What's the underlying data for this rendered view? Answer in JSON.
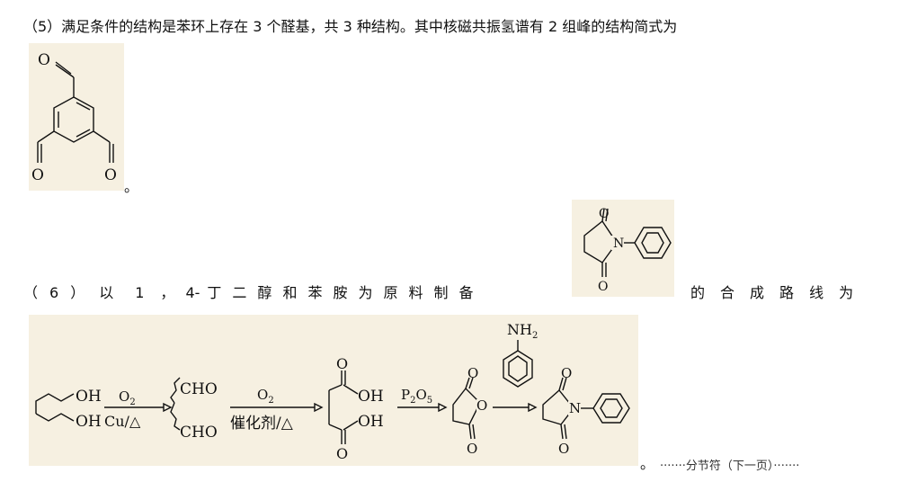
{
  "part5": {
    "text": "（5）满足条件的结构是苯环上存在 3 个醛基，共 3 种结构。其中核磁共振氢谱有 2 组峰的结构简式为",
    "end_mark": "。"
  },
  "part6": {
    "chars": [
      "（",
      "6",
      "）",
      "以",
      "1",
      "，",
      "4-",
      "丁",
      "二",
      "醇",
      "和",
      "苯",
      "胺",
      "为",
      "原",
      "料",
      "制",
      "备"
    ],
    "tail_chars": [
      "的",
      "合",
      "成",
      "路",
      "线",
      "为"
    ],
    "end_mark": "。"
  },
  "atoms": {
    "O": "O",
    "N": "N",
    "OH": "OH",
    "CHO": "CHO"
  },
  "scheme": {
    "step1_top": "O",
    "step1_top_sub": "2",
    "step1_bottom": "Cu/△",
    "step2_top": "O",
    "step2_top_sub": "2",
    "step2_bottom": "催化剂/△",
    "step3_P": "P",
    "step3_P_sub": "2",
    "step3_O": "O",
    "step3_O_sub": "5",
    "amine_label": "NH",
    "amine_sub": "2"
  },
  "page_break": "·······分节符（下一页）·······"
}
